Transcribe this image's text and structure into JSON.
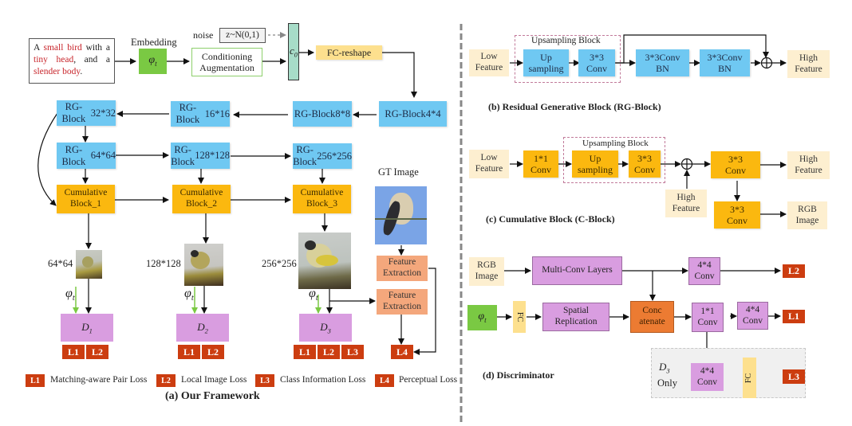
{
  "framework": {
    "caption": "(a) Our Framework",
    "text_input": {
      "parts": [
        {
          "t": "A ",
          "hl": false
        },
        {
          "t": "small bird",
          "hl": true
        },
        {
          "t": " with a ",
          "hl": false
        },
        {
          "t": "tiny head",
          "hl": true
        },
        {
          "t": ", and a ",
          "hl": false
        },
        {
          "t": "slender body",
          "hl": true
        },
        {
          "t": ".",
          "hl": false
        }
      ]
    },
    "embedding_label": "Embedding",
    "embedding_symbol": "φt",
    "noise_label": "noise",
    "noise_box": "z~N(0,1)",
    "conditioning": "Conditioning\nAugmentation",
    "c0_symbol": "c0",
    "fc_reshape": "FC-reshape",
    "rg_blocks": [
      {
        "name": "RG-Block",
        "size": "4*4"
      },
      {
        "name": "RG-Block",
        "size": "8*8"
      },
      {
        "name": "RG-Block",
        "size": "16*16"
      },
      {
        "name": "RG-Block",
        "size": "32*32"
      },
      {
        "name": "RG-Block",
        "size": "64*64"
      },
      {
        "name": "RG-Block",
        "size": "128*128"
      },
      {
        "name": "RG-Block",
        "size": "256*256"
      }
    ],
    "cumulative_blocks": [
      "Cumulative\nBlock_1",
      "Cumulative\nBlock_2",
      "Cumulative\nBlock_3"
    ],
    "image_sizes": [
      "64*64",
      "128*128",
      "256*256"
    ],
    "gt_image_label": "GT Image",
    "feature_extraction": "Feature\nExtraction",
    "phi_symbol": "φt",
    "discriminators": [
      "D1",
      "D2",
      "D3"
    ],
    "d_losses": [
      [
        "L1",
        "L2"
      ],
      [
        "L1",
        "L2"
      ],
      [
        "L1",
        "L2",
        "L3"
      ]
    ],
    "perceptual_loss": "L4",
    "legend": [
      {
        "badge": "L1",
        "label": "Matching-aware Pair Loss"
      },
      {
        "badge": "L2",
        "label": "Local Image Loss"
      },
      {
        "badge": "L3",
        "label": "Class Information Loss"
      },
      {
        "badge": "L4",
        "label": "Perceptual Loss"
      }
    ]
  },
  "rg_block": {
    "caption": "(b) Residual Generative Block (RG-Block)",
    "low_feature": "Low\nFeature",
    "upsampling_block_label": "Upsampling Block",
    "up_sampling": "Up\nsampling",
    "conv3": "3*3\nConv",
    "conv_bn_1": "3*3Conv\nBN",
    "conv_bn_2": "3*3Conv\nBN",
    "high_feature": "High\nFeature"
  },
  "c_block": {
    "caption": "(c) Cumulative Block (C-Block)",
    "low_feature": "Low\nFeature",
    "conv1": "1*1\nConv",
    "upsampling_block_label": "Upsampling Block",
    "up_sampling": "Up\nsampling",
    "conv3": "3*3\nConv",
    "high_feature_in": "High\nFeature",
    "conv3_b": "3*3\nConv",
    "high_feature_out": "High\nFeature",
    "conv3_c": "3*3\nConv",
    "rgb_image": "RGB\nImage"
  },
  "discriminator": {
    "caption": "(d) Discriminator",
    "rgb_image": "RGB\nImage",
    "multi_conv": "Multi-Conv Layers",
    "conv44_a": "4*4\nConv",
    "loss_a": "L2",
    "phi": "φt",
    "fc": "FC",
    "spatial": "Spatial\nReplication",
    "concat": "Conc\natenate",
    "conv11": "1*1\nConv",
    "conv44_b": "4*4\nConv",
    "loss_b": "L1",
    "d3_label": "D3",
    "only_label": "Only",
    "conv44_c": "4*4\nConv",
    "fc2": "FC",
    "loss_c": "L3"
  },
  "colors": {
    "rg_blue": "#6fc8f2",
    "cumulative_orange": "#fbb80f",
    "feature_cream": "#fdefd0",
    "disc_pink": "#d99de0",
    "loss_red": "#cc3d10",
    "embedding_green": "#7ac943",
    "feature_extraction_salmon": "#f4a77c",
    "concat_orange": "#ec7b32",
    "highlight_red": "#c8262c"
  }
}
